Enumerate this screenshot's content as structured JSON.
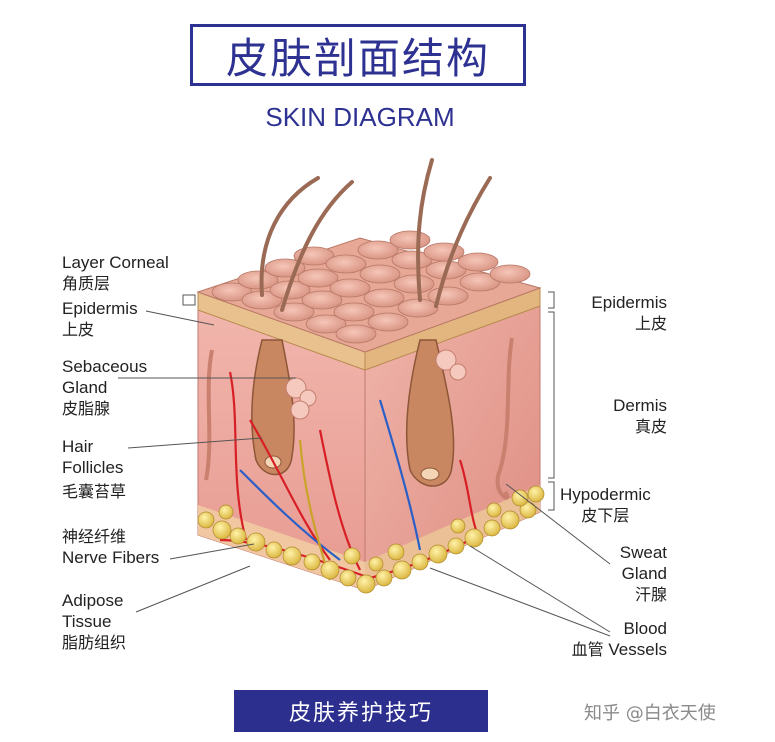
{
  "title": "皮肤剖面结构",
  "subtitle": "SKIN DIAGRAM",
  "left_labels": {
    "layer_corneal": {
      "en": "Layer Corneal",
      "zh": "角质层"
    },
    "epidermis": {
      "en": "Epidermis",
      "zh": "上皮"
    },
    "sebaceous": {
      "en1": "Sebaceous",
      "en2": "Gland",
      "zh": "皮脂腺"
    },
    "hair": {
      "en1": "Hair",
      "en2": "Follicles",
      "zh": "毛囊苔草"
    },
    "nerve": {
      "zh": "神经纤维",
      "en": "Nerve Fibers"
    },
    "adipose": {
      "en1": "Adipose",
      "en2": "Tissue",
      "zh": "脂肪组织"
    }
  },
  "right_labels": {
    "epidermis": {
      "en": "Epidermis",
      "zh": "上皮"
    },
    "dermis": {
      "en": "Dermis",
      "zh": "真皮"
    },
    "hypodermic": {
      "en": "Hypodermic",
      "zh": "皮下层"
    },
    "sweat": {
      "en1": "Sweat",
      "en2": "Gland",
      "zh": "汗腺"
    },
    "blood": {
      "en": "Blood",
      "zh": "血管",
      "en2": "Vessels"
    }
  },
  "footer": "皮肤养护技巧",
  "watermark": "知乎 @白衣天使",
  "colors": {
    "brand": "#2d3191",
    "footer_bg": "#2d2f8f"
  }
}
